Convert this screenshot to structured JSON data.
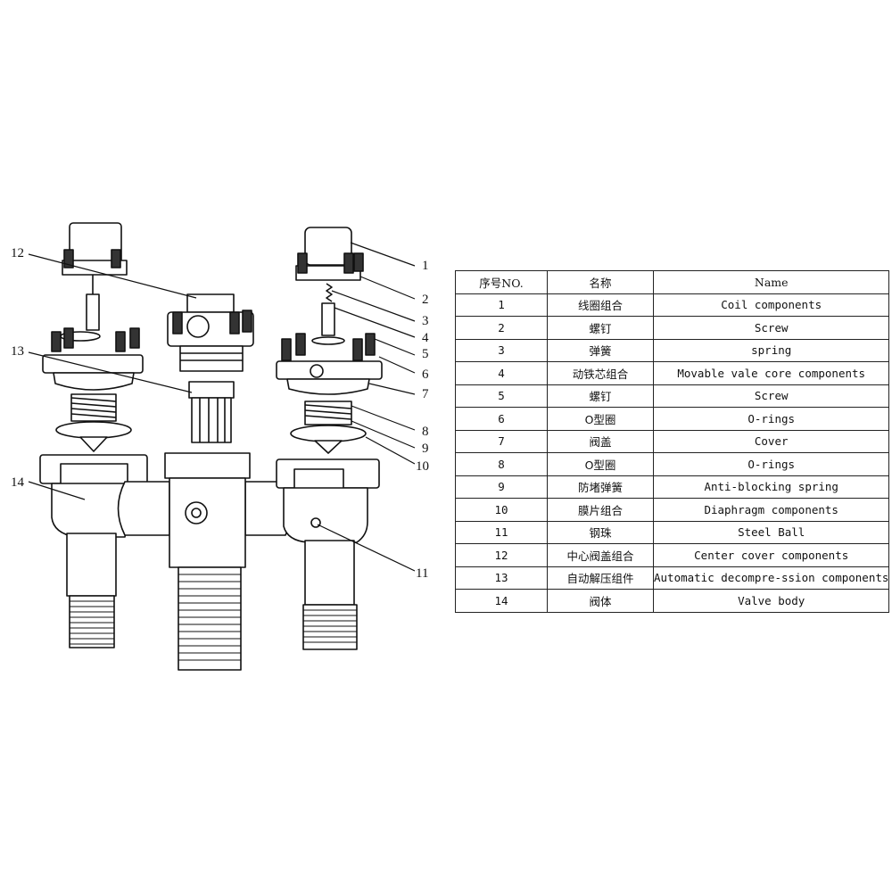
{
  "table": {
    "headers": {
      "no": "序号NO.",
      "cn": "名称",
      "en": "Name"
    },
    "rows": [
      {
        "no": "1",
        "cn": "线圈组合",
        "en": "Coil components"
      },
      {
        "no": "2",
        "cn": "螺钉",
        "en": "Screw"
      },
      {
        "no": "3",
        "cn": "弹簧",
        "en": "spring"
      },
      {
        "no": "4",
        "cn": "动铁芯组合",
        "en": "Movable vale core components"
      },
      {
        "no": "5",
        "cn": "螺钉",
        "en": "Screw"
      },
      {
        "no": "6",
        "cn": "O型圈",
        "en": "O-rings"
      },
      {
        "no": "7",
        "cn": "阀盖",
        "en": "Cover"
      },
      {
        "no": "8",
        "cn": "O型圈",
        "en": "O-rings"
      },
      {
        "no": "9",
        "cn": "防堵弹簧",
        "en": "Anti-blocking spring"
      },
      {
        "no": "10",
        "cn": "膜片组合",
        "en": "Diaphragm components"
      },
      {
        "no": "11",
        "cn": "钢珠",
        "en": "Steel Ball"
      },
      {
        "no": "12",
        "cn": "中心阀盖组合",
        "en": "Center cover components"
      },
      {
        "no": "13",
        "cn": "自动解压组件",
        "en": "Automatic decompre-ssion components"
      },
      {
        "no": "14",
        "cn": "阀体",
        "en": "Valve body"
      }
    ]
  },
  "callouts": [
    "1",
    "2",
    "3",
    "4",
    "5",
    "6",
    "7",
    "8",
    "9",
    "10",
    "11",
    "12",
    "13",
    "14"
  ]
}
